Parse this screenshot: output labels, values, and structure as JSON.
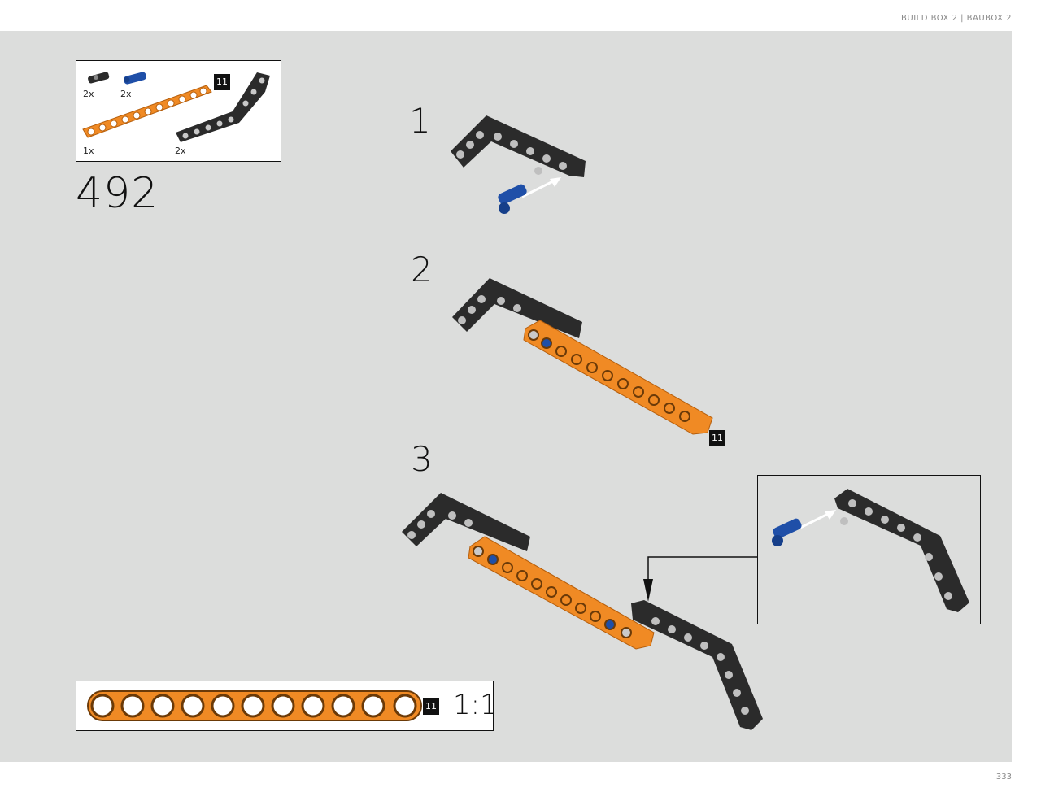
{
  "header": {
    "book_title": "BUILD BOX 2 | BAUBOX 2"
  },
  "parts_list": {
    "items": [
      {
        "qty": "2x",
        "part": "black-pin"
      },
      {
        "qty": "2x",
        "part": "blue-pin"
      },
      {
        "qty": "1x",
        "part": "orange-beam"
      },
      {
        "qty": "2x",
        "part": "black-angled-beam"
      }
    ],
    "beam_length_badge": "11"
  },
  "step": {
    "number": "492"
  },
  "sub_steps": [
    {
      "label": "1"
    },
    {
      "label": "2",
      "badge": "11"
    },
    {
      "label": "3"
    }
  ],
  "scale_ruler": {
    "badge": "11",
    "scale": "1:1"
  },
  "page": {
    "number": "333"
  },
  "colors": {
    "orange": "#f08a24",
    "black_beam": "#2b2b2b",
    "blue_pin": "#1f4fa8",
    "background": "#dcdddc"
  }
}
